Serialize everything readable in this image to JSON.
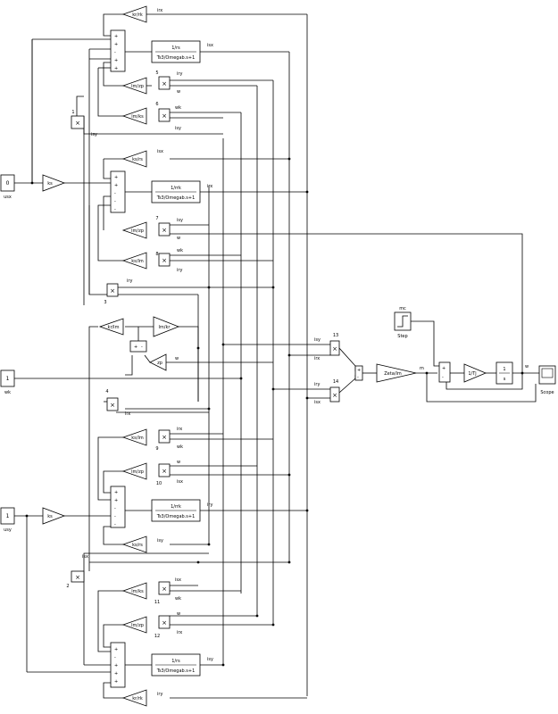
{
  "inputs": {
    "usx_value": "0",
    "usx_label": "usx",
    "usy_value": "1",
    "usy_label": "usy",
    "wk_value": "1",
    "wk_label": "wk"
  },
  "gains": {
    "ks": "ks",
    "kr_rk": "kr/rk",
    "lm_zp": "lm/zp",
    "lm_ks": "lm/ks",
    "ks_rs": "ks/rs",
    "ks_lm": "ks/lm",
    "kr_lm": "kr/lm",
    "lm_kr": "lm/kr",
    "zp": "zp",
    "zeta_lm": "Zeta/lm",
    "inv_tj": "1/Tj"
  },
  "transfer_functions": {
    "stator_num": "1/rs",
    "stator_den": "Ts3/Omegab.s+1",
    "rotor_num": "1/rrk",
    "rotor_den": "Ts3/Omegab.s+1"
  },
  "integrator": {
    "num": "1",
    "den": "s"
  },
  "step": {
    "caption": "Step",
    "top_label": "mc"
  },
  "scope": {
    "caption": "Scope"
  },
  "signals": {
    "irx": "irx",
    "iry": "iry",
    "isx": "isx",
    "isy": "isy",
    "w": "w",
    "wk": "wk",
    "m": "m"
  },
  "products": [
    "1",
    "2",
    "3",
    "4",
    "5",
    "6",
    "7",
    "8",
    "9",
    "10",
    "11",
    "12",
    "13",
    "14"
  ],
  "signs": {
    "plus": "+",
    "minus": "-",
    "times": "×"
  }
}
